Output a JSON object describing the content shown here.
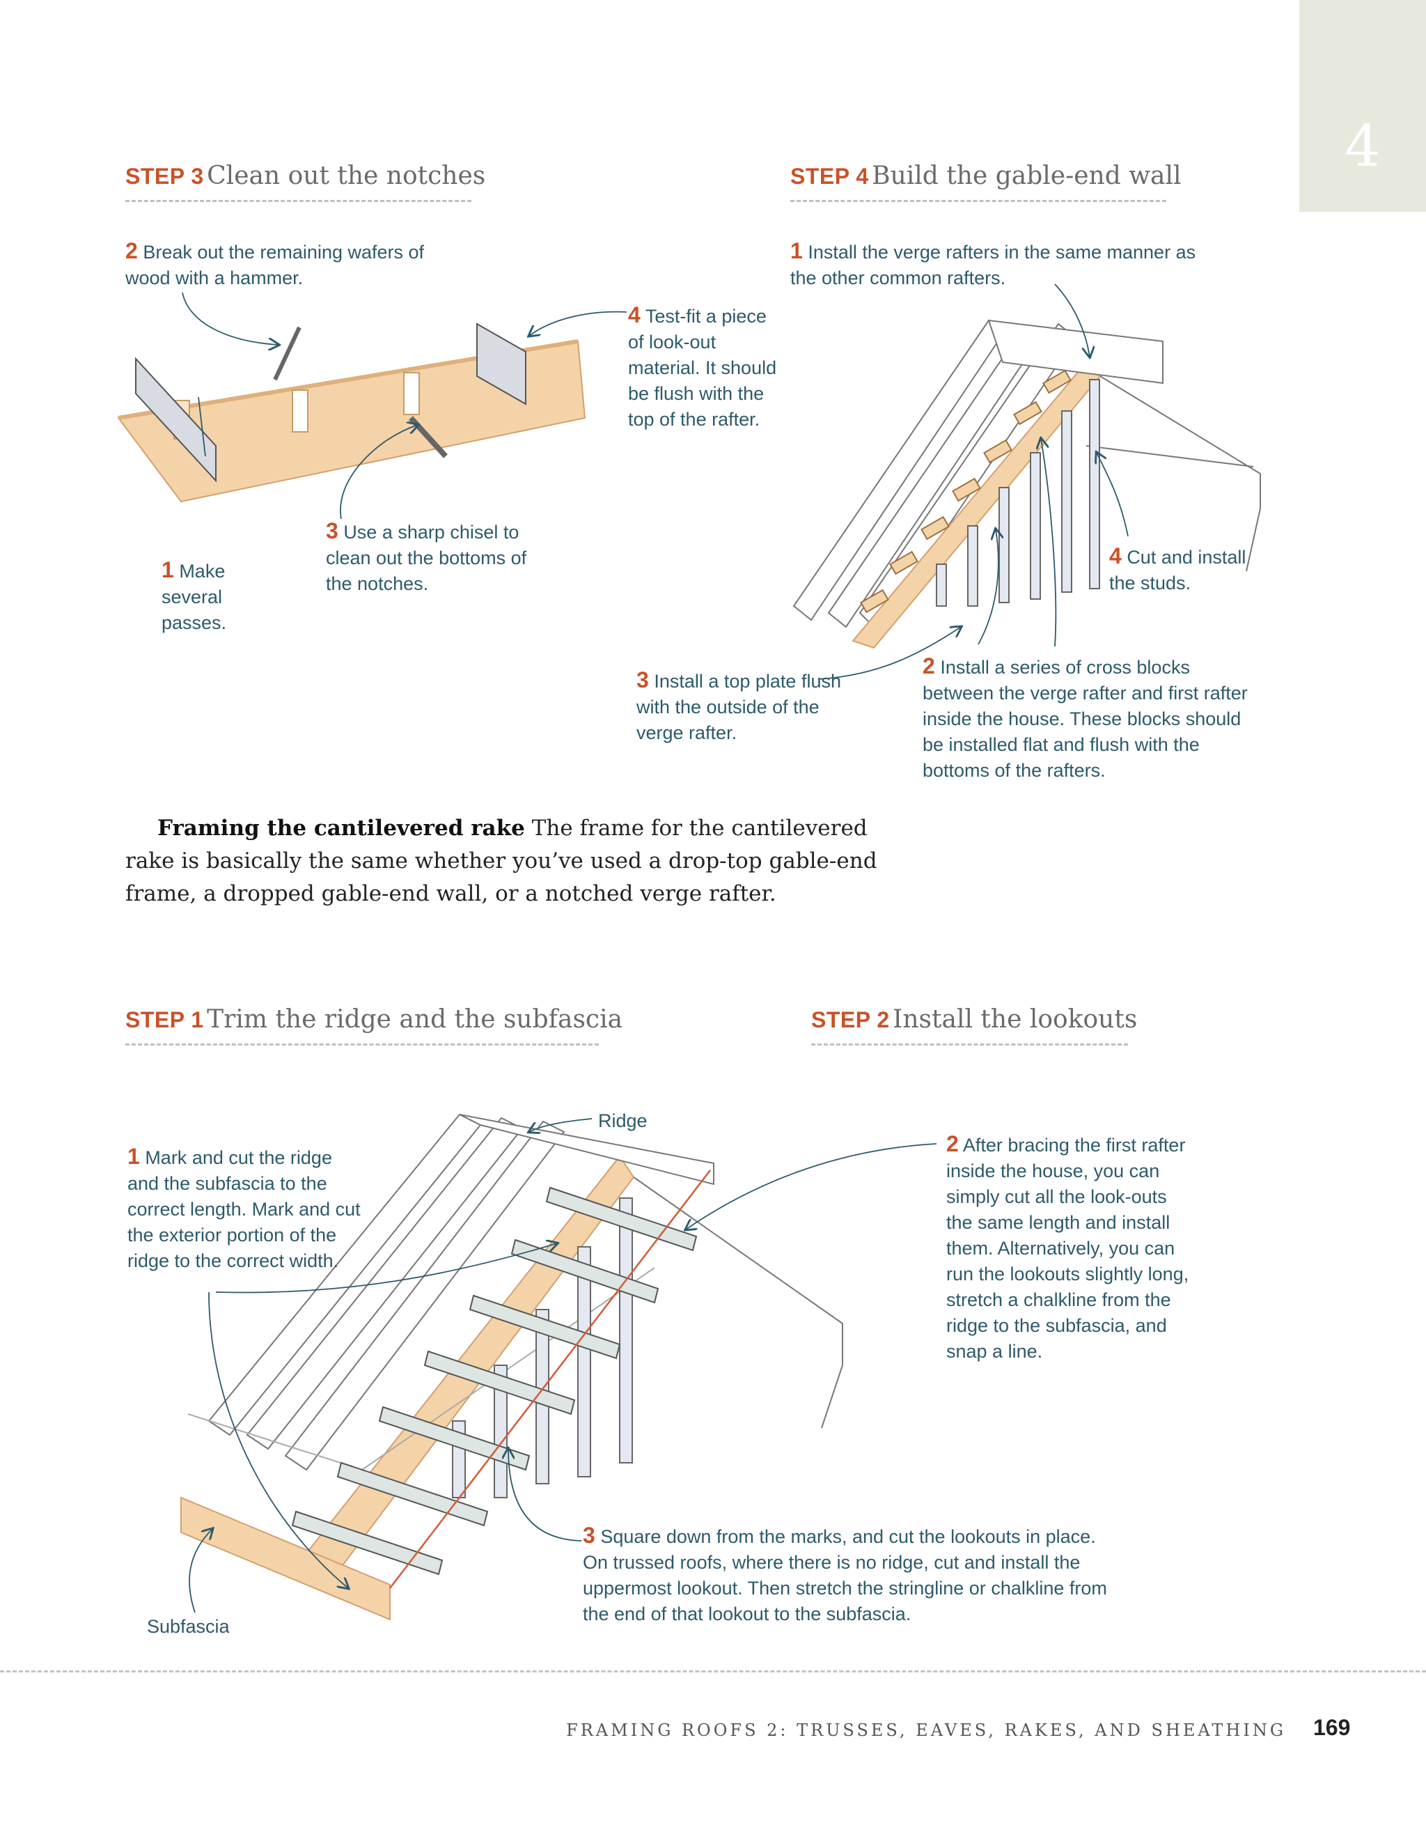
{
  "chapter_tab": "4",
  "step3": {
    "num": "STEP 3",
    "title": "Clean out the notches",
    "c1": {
      "n": "1",
      "text": "Make several passes."
    },
    "c2": {
      "n": "2",
      "text": "Break out the remaining wafers of wood with a hammer."
    },
    "c3": {
      "n": "3",
      "text": "Use a sharp chisel to clean out the bottoms of the notches."
    },
    "c4": {
      "n": "4",
      "text": "Test-fit a piece of look-out material. It should be flush with the top of the rafter."
    }
  },
  "step4": {
    "num": "STEP 4",
    "title": "Build the gable-end wall",
    "c1": {
      "n": "1",
      "text": "Install the verge rafters in the same manner as the other common rafters."
    },
    "c2": {
      "n": "2",
      "text": "Install a series of cross blocks between the verge rafter and first rafter inside the house. These blocks should be installed flat and flush with the bottoms of the rafters."
    },
    "c3": {
      "n": "3",
      "text": "Install a top plate flush with the outside of the verge rafter."
    },
    "c4": {
      "n": "4",
      "text": "Cut and install the studs."
    }
  },
  "body": {
    "lead": "Framing the cantilevered rake",
    "text": " The frame for the cantilevered rake is basically the same whether you’ve used a drop-top gable-end frame, a dropped gable-end wall, or a notched verge rafter."
  },
  "step1": {
    "num": "STEP 1",
    "title": "Trim the ridge and the subfascia",
    "c1": {
      "n": "1",
      "text": "Mark and cut the ridge and the subfascia to the correct length. Mark and cut the exterior portion of the ridge to the correct width."
    },
    "ridge_label": "Ridge",
    "subfascia_label": "Subfascia"
  },
  "step2": {
    "num": "STEP 2",
    "title": "Install the lookouts",
    "c2": {
      "n": "2",
      "text": "After bracing the first rafter inside the house, you can simply cut all the look-outs the same length and install them. Alternatively, you can run the lookouts slightly long, stretch a chalkline from the ridge to the subfascia, and snap a line."
    },
    "c3": {
      "n": "3",
      "text": "Square down from the marks, and cut the lookouts in place. On trussed roofs, where there is no ridge, cut and install the uppermost lookout. Then stretch the stringline or chalkline from the end of that lookout to the subfascia."
    }
  },
  "footer": {
    "running_head": "FRAMING ROOFS 2: TRUSSES, EAVES, RAKES, AND SHEATHING",
    "page_number": "169"
  },
  "colors": {
    "accent": "#c8522a",
    "caption": "#2d5a6a",
    "wood": "#f5d3a8",
    "tab": "#e6e9dc"
  }
}
